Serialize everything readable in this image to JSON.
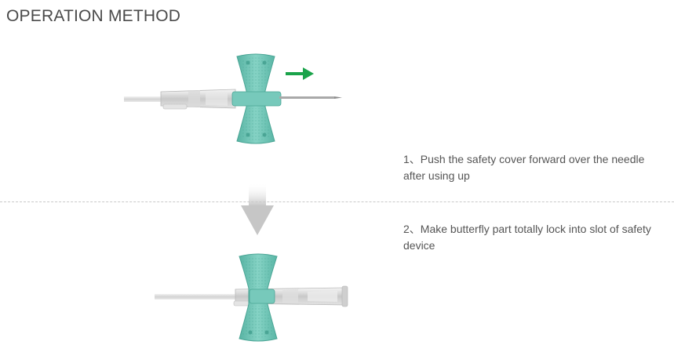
{
  "header": {
    "title": "OPERATION METHOD"
  },
  "steps": [
    {
      "text": "1、Push the safety cover forward over the needle after using up"
    },
    {
      "text": "2、Make butterfly part totally lock into slot of safety device"
    }
  ],
  "colors": {
    "wing": "#6cc4b4",
    "wing_dark": "#3f9f8f",
    "arrow_green": "#1aa34a",
    "down_arrow": "#c8c8c8"
  },
  "icons": [
    "forward-arrow-icon",
    "down-arrow-icon"
  ]
}
